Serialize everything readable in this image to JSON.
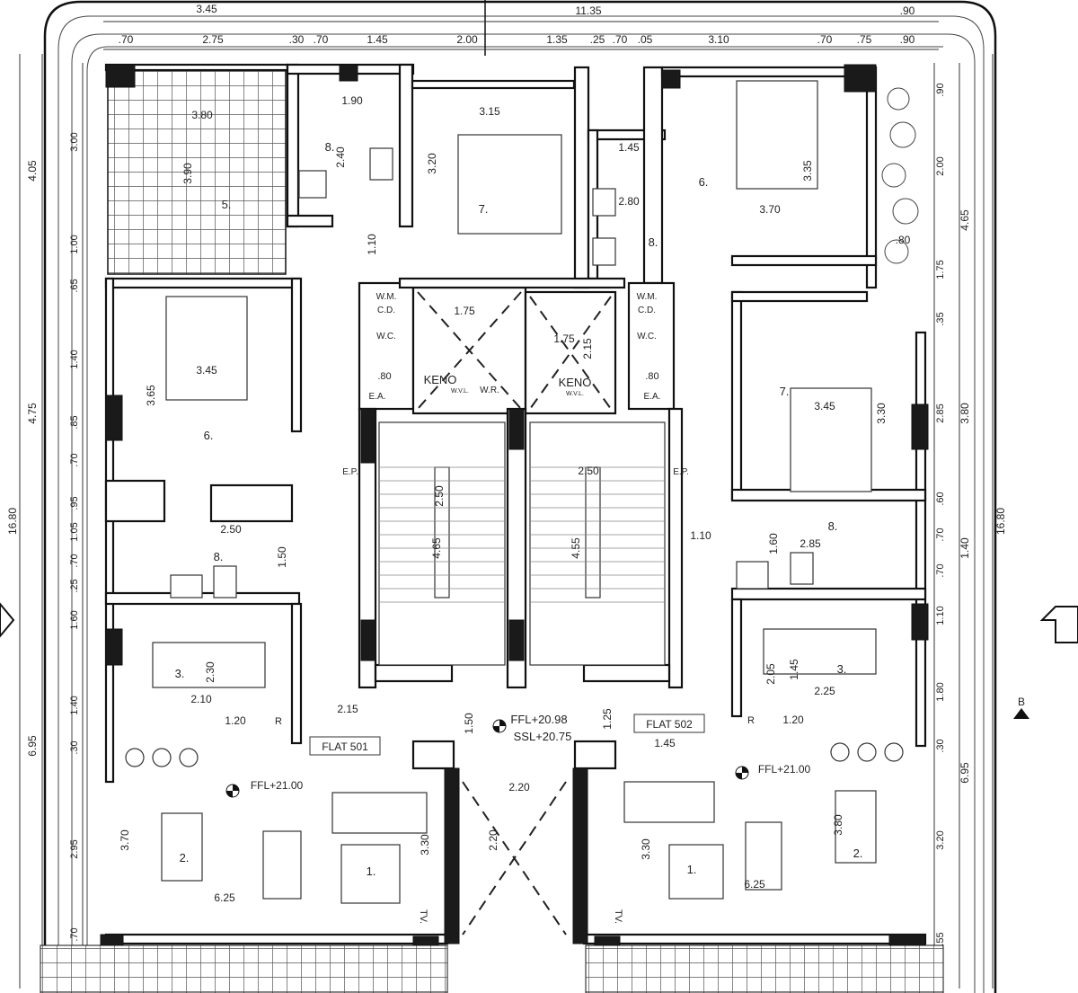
{
  "dimensions": {
    "top_overall": [
      "3.45",
      "11.35",
      ".90"
    ],
    "top_detail": [
      ".70",
      "2.75",
      ".30",
      ".70",
      "1.45",
      "2.00",
      "1.35",
      ".25",
      ".70",
      ".05",
      "3.10",
      ".70",
      ".75",
      ".90"
    ],
    "left_outer": [
      "4.05",
      "4.75",
      "6.95",
      "16.80"
    ],
    "left_inner": [
      "3.00",
      "1.00",
      ".65",
      "1.40",
      ".85",
      ".70",
      ".95",
      "1.05",
      ".70",
      ".25",
      "1.60",
      "1.40",
      ".30",
      "2.95",
      ".70"
    ],
    "right_inner": [
      ".90",
      "2.00",
      "1.75",
      ".35",
      "2.85",
      ".60",
      ".70",
      ".70",
      "1.10",
      "1.80",
      ".30",
      "3.20",
      ".55"
    ],
    "right_outer": [
      "4.65",
      "3.80",
      "1.40",
      "6.95",
      "16.80"
    ],
    "interior": [
      "3.80",
      "3.90",
      "1.90",
      "2.40",
      "3.15",
      "3.20",
      "1.10",
      "1.45",
      "2.80",
      "3.35",
      "3.70",
      ".80",
      "3.65",
      "3.45",
      "2.50",
      "1.50",
      "3.45",
      "3.30",
      "1.60",
      "2.85",
      "1.10",
      "2.05",
      "1.45",
      "2.25",
      "1.20",
      "2.30",
      "2.10",
      "1.20",
      "2.15",
      "1.50",
      "1.25",
      "1.45",
      "2.20",
      "2.20",
      "3.30",
      "3.30",
      "3.70",
      "6.25",
      "6.25",
      "3.80",
      "1.75",
      "1.75",
      "2.15",
      "4.65",
      "4.55",
      "2.50",
      "2.50"
    ]
  },
  "rooms": [
    "5.",
    "8.",
    "7.",
    "6.",
    "8.",
    "6.",
    "7.",
    "8.",
    "8.",
    "3.",
    "3.",
    "2.",
    "2.",
    "1.",
    "1."
  ],
  "annotations": {
    "wm_cd_left": [
      "W.M.",
      "C.D."
    ],
    "wm_cd_right": [
      "W.M.",
      "C.D."
    ],
    "wc_left": "W.C.",
    "wc_right": "W.C.",
    "ea_dim_left": ".80",
    "ea_dim_right": ".80",
    "ea_left": "E.A.",
    "ea_right": "E.A.",
    "void_left": "KENO",
    "void_right": "KENO",
    "wvl_left": "W.V.L.",
    "wvl_right": "W.V.L.",
    "wr": "W.R.",
    "ep_left": "E.P.",
    "ep_right": "E.P.",
    "ffl_lobby": "FFL+20.98",
    "ssl_lobby": "SSL+20.75",
    "flat_501": "FLAT 501",
    "flat_502": "FLAT 502",
    "ffl_left": "FFL+21.00",
    "ffl_right": "FFL+21.00",
    "r_left": "R",
    "r_right": "R",
    "tv_left": "TV.",
    "tv_right": "TV.",
    "section_b": "B"
  }
}
